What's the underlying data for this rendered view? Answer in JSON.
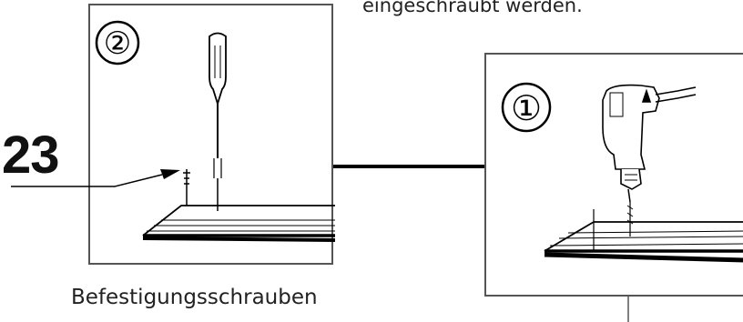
{
  "header": {
    "text": "eingeschraubt werden."
  },
  "part_label": {
    "number": "23"
  },
  "caption": {
    "text": "Befestigungsschrauben"
  },
  "steps": [
    {
      "symbol": "②"
    },
    {
      "symbol": "①"
    }
  ]
}
